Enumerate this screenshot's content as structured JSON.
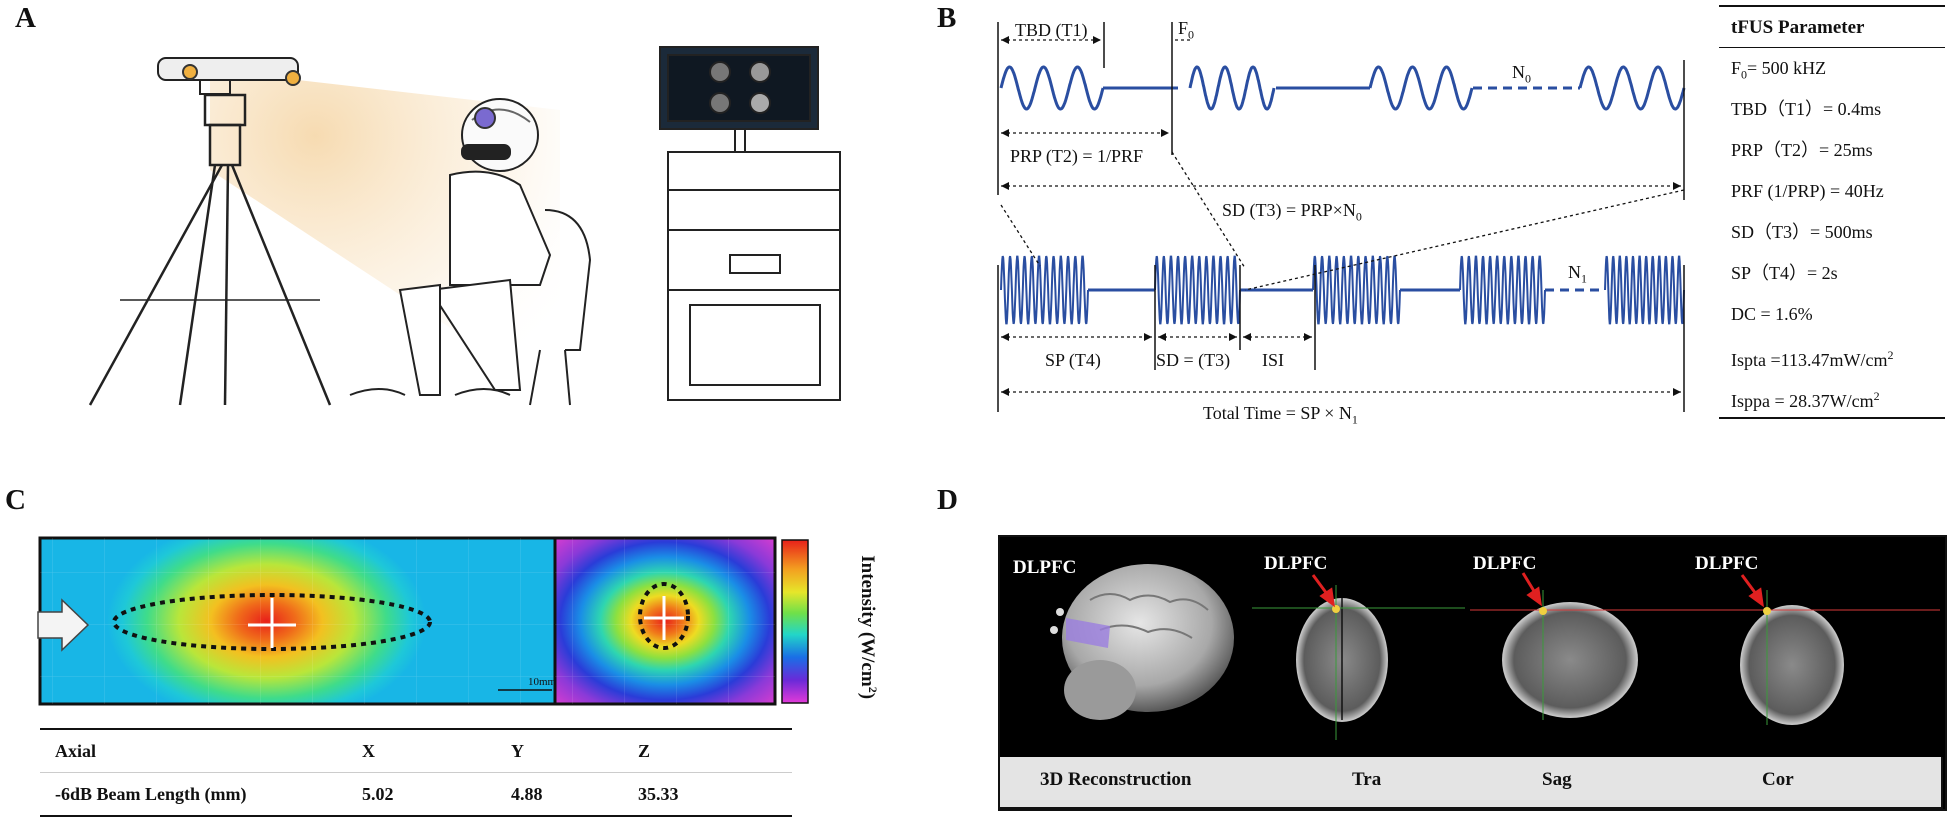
{
  "panels": {
    "a": "A",
    "b": "B",
    "c": "C",
    "d": "D"
  },
  "panel_b": {
    "tbd_label": "TBD (T1)",
    "f0_label": "F",
    "f0_sub": "0",
    "n0_label": "N",
    "n0_sub": "0",
    "prp_label": "PRP (T2)  = 1/PRF",
    "sd_label": "SD (T3) = PRP×N",
    "sd_sub": "0",
    "n1_label": "N",
    "n1_sub": "1",
    "sp_label": "SP (T4)",
    "sd2_label": "SD = (T3)",
    "isi_label": "ISI",
    "total_label": "Total Time = SP × N",
    "total_sub": "1"
  },
  "param_table": {
    "header": "tFUS Parameter",
    "rows": [
      {
        "text": "F",
        "sub": "0",
        "rest": "= 500 kHZ"
      },
      {
        "text": "TBD（T1）= 0.4ms"
      },
      {
        "text": "PRP（T2）= 25ms"
      },
      {
        "text": "PRF (1/PRP) = 40Hz"
      },
      {
        "text": "SD（T3）= 500ms"
      },
      {
        "text": "SP（T4）= 2s"
      },
      {
        "text": "DC = 1.6%"
      },
      {
        "text": "Ispta =113.47mW/cm",
        "sup": "2"
      },
      {
        "text": "Isppa = 28.37W/cm",
        "sup": "2"
      }
    ]
  },
  "panel_c": {
    "scale_label": "10mm",
    "colorbar_label": "Intensity  (W/cm",
    "colorbar_sup": "2",
    "colorbar_close": ")",
    "table": {
      "header": [
        "Axial",
        "X",
        "Y",
        "Z"
      ],
      "row": [
        "-6dB Beam Length  (mm)",
        "5.02",
        "4.88",
        "35.33"
      ]
    }
  },
  "panel_d": {
    "labels": [
      "DLPFC",
      "DLPFC",
      "DLPFC",
      "DLPFC"
    ],
    "captions": [
      "3D Reconstruction",
      "Tra",
      "Sag",
      "Cor"
    ]
  },
  "colors": {
    "wave": "#2a4ea1",
    "arrow": "#e02020",
    "crosshair_red": "#d83a3a",
    "crosshair_green": "#3a9a3a"
  }
}
